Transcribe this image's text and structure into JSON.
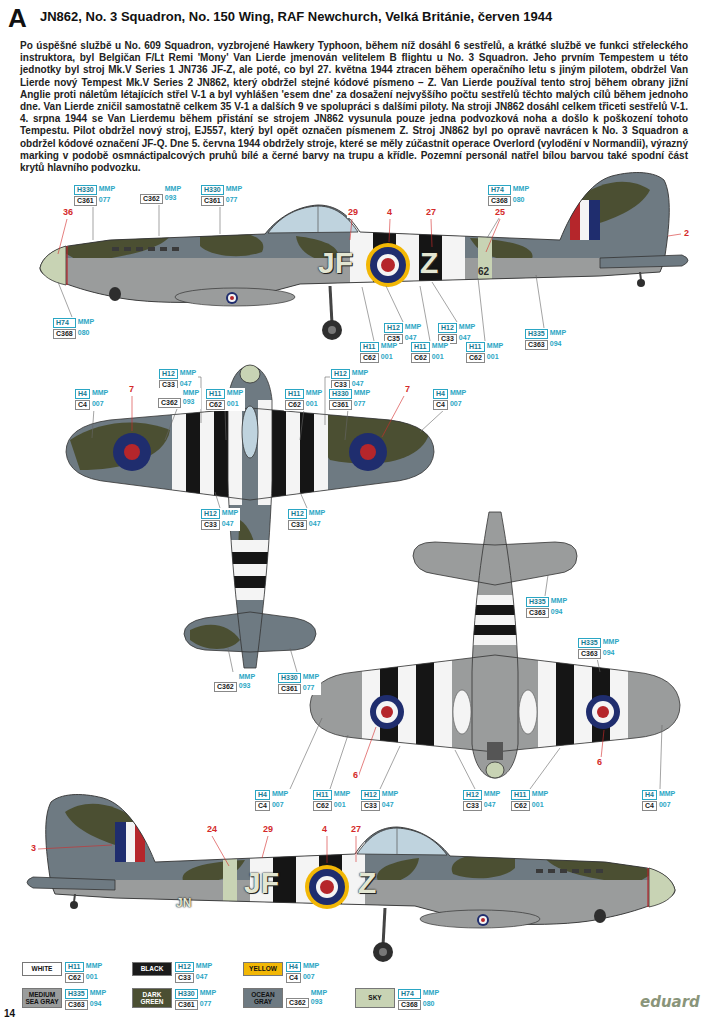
{
  "diagram": {
    "title": "JN862, No. 3 Squadron, No. 150 Wing, RAF Newchurch, Velká Británie, červen 1944",
    "nodes": [
      {
        "text": [
          "H330",
          "MMP",
          "C361",
          "077"
        ]
      },
      {
        "text": [
          "MMP",
          "C362",
          "093"
        ]
      },
      {
        "text": [
          "H330",
          "MMP",
          "C361",
          "077"
        ]
      },
      {
        "text": [
          "H74",
          "MMP",
          "C368",
          "080"
        ]
      },
      {
        "text": [
          "H74",
          "MMP",
          "C368",
          "080"
        ]
      },
      {
        "text": [
          "H12",
          "MMP",
          "C35",
          "047"
        ]
      },
      {
        "text": [
          "H12",
          "MMP",
          "C33",
          "047"
        ]
      },
      {
        "text": [
          "H335",
          "MMP",
          "C363",
          "094"
        ]
      },
      {
        "text": [
          "H11",
          "MMP",
          "C62",
          "001"
        ]
      },
      {
        "text": [
          "H11",
          "MMP",
          "C62",
          "001"
        ]
      },
      {
        "text": [
          "H11",
          "MMP",
          "C62",
          "001"
        ]
      },
      {
        "text": [
          "H12",
          "MMP",
          "C33",
          "047"
        ]
      },
      {
        "text": [
          "H12",
          "MMP",
          "C33",
          "047"
        ]
      },
      {
        "text": [
          "H4",
          "MMP",
          "C4",
          "007"
        ]
      },
      {
        "text": [
          "MMP",
          "C362",
          "093"
        ]
      },
      {
        "text": [
          "H11",
          "MMP",
          "C62",
          "001"
        ]
      },
      {
        "text": [
          "H11",
          "MMP",
          "C62",
          "001"
        ]
      },
      {
        "text": [
          "H330",
          "MMP",
          "C361",
          "077"
        ]
      },
      {
        "text": [
          "H4",
          "MMP",
          "C4",
          "007"
        ]
      },
      {
        "text": [
          "H12",
          "MMP",
          "C33",
          "047"
        ]
      },
      {
        "text": [
          "H12",
          "MMP",
          "C33",
          "047"
        ]
      },
      {
        "text": [
          "MMP",
          "C362",
          "093"
        ]
      },
      {
        "text": [
          "H330",
          "MMP",
          "C361",
          "077"
        ]
      },
      {
        "text": [
          "H335",
          "MMP",
          "C363",
          "094"
        ]
      },
      {
        "text": [
          "H335",
          "MMP",
          "C363",
          "094"
        ]
      },
      {
        "text": [
          "H4",
          "MMP",
          "C4",
          "007"
        ]
      },
      {
        "text": [
          "H11",
          "MMP",
          "C62",
          "001"
        ]
      },
      {
        "text": [
          "H12",
          "MMP",
          "C33",
          "047"
        ]
      },
      {
        "text": [
          "H12",
          "MMP",
          "C33",
          "047"
        ]
      },
      {
        "text": [
          "H11",
          "MMP",
          "C62",
          "001"
        ]
      },
      {
        "text": [
          "H4",
          "MMP",
          "C4",
          "007"
        ]
      },
      {
        "text": [
          "H11",
          "MMP",
          "C62",
          "001"
        ]
      },
      {
        "text": [
          "H12",
          "MMP",
          "C33",
          "047"
        ]
      },
      {
        "text": [
          "H4",
          "MMP",
          "C4",
          "007"
        ]
      },
      {
        "text": [
          "H335",
          "MMP",
          "C363",
          "094"
        ]
      },
      {
        "text": [
          "H330",
          "MMP",
          "C361",
          "077"
        ]
      },
      {
        "text": [
          "MMP",
          "C362",
          "093"
        ]
      },
      {
        "text": [
          "H74",
          "MMP",
          "C368",
          "080"
        ]
      }
    ],
    "labels": [
      "A",
      "Po úspěšné službě u No. 609 Squadron, vyzbrojené Hawkery Typhoon, během níž dosáhl 6 sestřelů, a krátké službě ve funkci střeleckého instruktora, byl Belgičan F/Lt Remi 'Mony' Van Lierde jmenován velitelem B flightu u No. 3 Squadron. Jeho prvním Tempestem u této jednotky byl stroj Mk.V Series 1 JN736 JF-Z, ale poté, co byl 27. května 1944 ztracen během operačního letu s jiným pilotem, obdržel Van Lierde nový Tempest Mk.V Series 2 JN862, který obdržel stejné kódové písmeno – Z. Van Lierde používal tento stroj během obrany jižní Anglie proti náletům létajících střel V-1 a byl vyhlášen 'esem dne' za dosažení nejvyššího počtu sestřelů těchto malých cílů během jednoho dne. Van Lierde zničil samostatně celkem 35 V-1 a dalších 9 ve spolupráci s dalšími piloty. Na stroji JN862 dosáhl celkem třiceti sestřelů V-1. 4. srpna 1944 se Van Lierdemu během přistání se strojem JN862 vysunula pouze jedna podvozková noha a došlo k poškození tohoto Tempestu. Pilot obdržel nový stroj, EJ557, který byl opět označen písmenem Z. Stroj JN862 byl po opravě navrácen k No. 3 Squadron a obdržel kódové označení JF-Q. Dne 5. června 1944 obdržely stroje, které se měly zúčastnit operace Overlord (vylodění v Normandii), výrazný marking v podobě osmnáctipalcových pruhů bílé a černé barvy na trupu a křídle. Pozemní personál natřel bílou barvou také spodní část krytů hlavního podvozku.",
      "36",
      "29",
      "4",
      "27",
      "25",
      "2",
      "JF",
      "Z",
      "62",
      "7",
      "7",
      "6",
      "6",
      "3",
      "24",
      "29",
      "4",
      "27",
      "JN",
      "JF",
      "Z",
      "eduard",
      "14"
    ],
    "legend": [
      {
        "text": "WHITE",
        "color": "#ffffff"
      },
      {
        "text": "BLACK",
        "color": "#1b1b1b"
      },
      {
        "text": "YELLOW",
        "color": "#f2b705"
      },
      {
        "text": "MEDIUM SEA GRAY",
        "color": "#9a9c9c"
      },
      {
        "text": "DARK GREEN",
        "color": "#4b4f32"
      },
      {
        "text": "OCEAN GRAY",
        "color": "#6e7a82"
      },
      {
        "text": "SKY",
        "color": "#c8d3b4"
      }
    ]
  }
}
